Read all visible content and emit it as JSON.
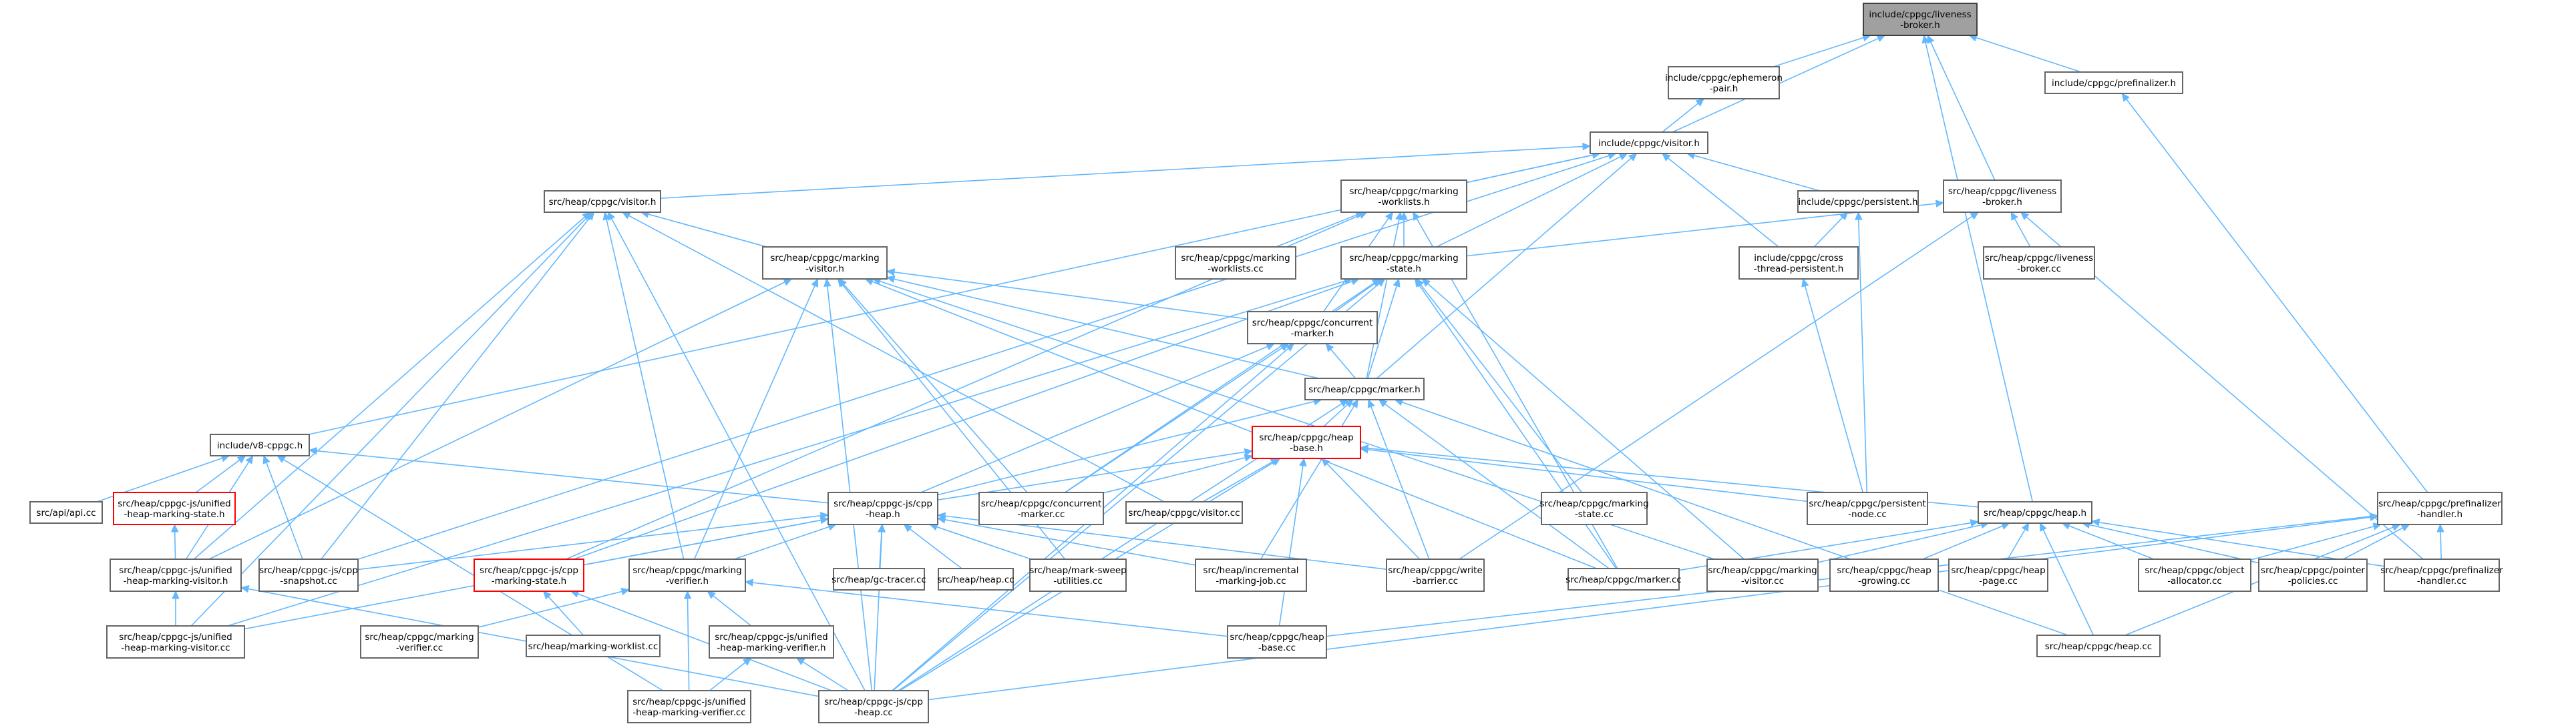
{
  "nodes": {
    "liveness_public": {
      "lines": [
        "include/cppgc/liveness",
        "-broker.h"
      ],
      "style": "root"
    },
    "ephemeron_pair": {
      "lines": [
        "include/cppgc/ephemeron",
        "-pair.h"
      ]
    },
    "prefinalizer_pub": {
      "lines": [
        "include/cppgc/prefinalizer.h"
      ]
    },
    "visitor_pub": {
      "lines": [
        "include/cppgc/visitor.h"
      ]
    },
    "heap_visitor": {
      "lines": [
        "src/heap/cppgc/visitor.h"
      ]
    },
    "marking_worklists": {
      "lines": [
        "src/heap/cppgc/marking",
        "-worklists.h"
      ]
    },
    "persistent_pub": {
      "lines": [
        "include/cppgc/persistent.h"
      ]
    },
    "liveness_src": {
      "lines": [
        "src/heap/cppgc/liveness",
        "-broker.h"
      ]
    },
    "marking_visitor": {
      "lines": [
        "src/heap/cppgc/marking",
        "-visitor.h"
      ]
    },
    "marking_worklists_cc": {
      "lines": [
        "src/heap/cppgc/marking",
        "-worklists.cc"
      ]
    },
    "marking_state": {
      "lines": [
        "src/heap/cppgc/marking",
        "-state.h"
      ]
    },
    "cross_thread": {
      "lines": [
        "include/cppgc/cross",
        "-thread-persistent.h"
      ]
    },
    "liveness_cc": {
      "lines": [
        "src/heap/cppgc/liveness",
        "-broker.cc"
      ]
    },
    "concurrent_marker": {
      "lines": [
        "src/heap/cppgc/concurrent",
        "-marker.h"
      ]
    },
    "marker_h": {
      "lines": [
        "src/heap/cppgc/marker.h"
      ]
    },
    "v8_cppgc": {
      "lines": [
        "include/v8-cppgc.h"
      ]
    },
    "heap_base": {
      "lines": [
        "src/heap/cppgc/heap",
        "-base.h"
      ],
      "style": "red"
    },
    "prefinalizer_handler": {
      "lines": [
        "src/heap/cppgc/prefinalizer",
        "-handler.h"
      ]
    },
    "api_cc": {
      "lines": [
        "src/api/api.cc"
      ]
    },
    "unified_state": {
      "lines": [
        "src/heap/cppgc-js/unified",
        "-heap-marking-state.h"
      ],
      "style": "red"
    },
    "cpp_heap_h": {
      "lines": [
        "src/heap/cppgc-js/cpp",
        "-heap.h"
      ]
    },
    "concurrent_marker_cc": {
      "lines": [
        "src/heap/cppgc/concurrent",
        "-marker.cc"
      ]
    },
    "visitor_cc": {
      "lines": [
        "src/heap/cppgc/visitor.cc"
      ]
    },
    "marking_state_cc": {
      "lines": [
        "src/heap/cppgc/marking",
        "-state.cc"
      ]
    },
    "persistent_node": {
      "lines": [
        "src/heap/cppgc/persistent",
        "-node.cc"
      ]
    },
    "heap_h": {
      "lines": [
        "src/heap/cppgc/heap.h"
      ]
    },
    "unified_visitor_h": {
      "lines": [
        "src/heap/cppgc-js/unified",
        "-heap-marking-visitor.h"
      ]
    },
    "cpp_snapshot": {
      "lines": [
        "src/heap/cppgc-js/cpp",
        "-snapshot.cc"
      ]
    },
    "cpp_marking_state": {
      "lines": [
        "src/heap/cppgc-js/cpp",
        "-marking-state.h"
      ],
      "style": "red"
    },
    "marking_verifier_h": {
      "lines": [
        "src/heap/cppgc/marking",
        "-verifier.h"
      ]
    },
    "gc_tracer": {
      "lines": [
        "src/heap/gc-tracer.cc"
      ]
    },
    "heap_cc_src": {
      "lines": [
        "src/heap/heap.cc"
      ]
    },
    "mark_sweep": {
      "lines": [
        "src/heap/mark-sweep",
        "-utilities.cc"
      ]
    },
    "incremental": {
      "lines": [
        "src/heap/incremental",
        "-marking-job.cc"
      ]
    },
    "write_barrier": {
      "lines": [
        "src/heap/cppgc/write",
        "-barrier.cc"
      ]
    },
    "marker_cc": {
      "lines": [
        "src/heap/cppgc/marker.cc"
      ]
    },
    "marking_visitor_cc": {
      "lines": [
        "src/heap/cppgc/marking",
        "-visitor.cc"
      ]
    },
    "heap_growing": {
      "lines": [
        "src/heap/cppgc/heap",
        "-growing.cc"
      ]
    },
    "heap_page": {
      "lines": [
        "src/heap/cppgc/heap",
        "-page.cc"
      ]
    },
    "object_allocator": {
      "lines": [
        "src/heap/cppgc/object",
        "-allocator.cc"
      ]
    },
    "pointer_policies": {
      "lines": [
        "src/heap/cppgc/pointer",
        "-policies.cc"
      ]
    },
    "prefinalizer_cc": {
      "lines": [
        "src/heap/cppgc/prefinalizer",
        "-handler.cc"
      ]
    },
    "unified_visitor_cc": {
      "lines": [
        "src/heap/cppgc-js/unified",
        "-heap-marking-visitor.cc"
      ]
    },
    "marking_verifier_cc": {
      "lines": [
        "src/heap/cppgc/marking",
        "-verifier.cc"
      ]
    },
    "marking_worklist_cc": {
      "lines": [
        "src/heap/marking-worklist.cc"
      ]
    },
    "unified_verifier_h": {
      "lines": [
        "src/heap/cppgc-js/unified",
        "-heap-marking-verifier.h"
      ]
    },
    "heap_base_cc": {
      "lines": [
        "src/heap/cppgc/heap",
        "-base.cc"
      ]
    },
    "heap_cc": {
      "lines": [
        "src/heap/cppgc/heap.cc"
      ]
    },
    "unified_verifier_cc": {
      "lines": [
        "src/heap/cppgc-js/unified",
        "-heap-marking-verifier.cc"
      ]
    },
    "cpp_heap_cc": {
      "lines": [
        "src/heap/cppgc-js/cpp",
        "-heap.cc"
      ]
    }
  },
  "edges": [
    [
      "ephemeron_pair",
      "liveness_public"
    ],
    [
      "prefinalizer_pub",
      "liveness_public"
    ],
    [
      "visitor_pub",
      "liveness_public"
    ],
    [
      "liveness_src",
      "liveness_public"
    ],
    [
      "heap_h",
      "liveness_public"
    ],
    [
      "visitor_pub",
      "ephemeron_pair"
    ],
    [
      "prefinalizer_handler",
      "prefinalizer_pub"
    ],
    [
      "heap_visitor",
      "visitor_pub"
    ],
    [
      "marking_worklists",
      "visitor_pub"
    ],
    [
      "persistent_pub",
      "visitor_pub"
    ],
    [
      "cross_thread",
      "visitor_pub"
    ],
    [
      "marking_state",
      "visitor_pub"
    ],
    [
      "marker_h",
      "visitor_pub"
    ],
    [
      "v8_cppgc",
      "visitor_pub"
    ],
    [
      "cpp_snapshot",
      "visitor_pub"
    ],
    [
      "marking_visitor",
      "heap_visitor"
    ],
    [
      "unified_visitor_h",
      "heap_visitor"
    ],
    [
      "unified_visitor_cc",
      "heap_visitor"
    ],
    [
      "cpp_snapshot",
      "heap_visitor"
    ],
    [
      "marking_verifier_h",
      "heap_visitor"
    ],
    [
      "visitor_cc",
      "heap_visitor"
    ],
    [
      "cpp_heap_cc",
      "heap_visitor"
    ],
    [
      "marking_worklists_cc",
      "marking_worklists"
    ],
    [
      "marking_state",
      "marking_worklists"
    ],
    [
      "concurrent_marker",
      "marking_worklists"
    ],
    [
      "marker_h",
      "marking_worklists"
    ],
    [
      "marker_cc",
      "marking_worklists"
    ],
    [
      "cpp_marking_state",
      "marking_worklists"
    ],
    [
      "cross_thread",
      "persistent_pub"
    ],
    [
      "persistent_node",
      "persistent_pub"
    ],
    [
      "liveness_cc",
      "liveness_src"
    ],
    [
      "marking_state",
      "liveness_src"
    ],
    [
      "prefinalizer_cc",
      "liveness_src"
    ],
    [
      "write_barrier",
      "liveness_src"
    ],
    [
      "concurrent_marker",
      "marking_visitor"
    ],
    [
      "marker_h",
      "marking_visitor"
    ],
    [
      "concurrent_marker_cc",
      "marking_visitor"
    ],
    [
      "unified_visitor_h",
      "marking_visitor"
    ],
    [
      "cpp_heap_cc",
      "marking_visitor"
    ],
    [
      "marker_cc",
      "marking_visitor"
    ],
    [
      "marking_visitor_cc",
      "marking_visitor"
    ],
    [
      "marking_verifier_h",
      "marking_visitor"
    ],
    [
      "mark_sweep",
      "marking_visitor"
    ],
    [
      "concurrent_marker",
      "marking_state"
    ],
    [
      "marker_h",
      "marking_state"
    ],
    [
      "marking_state_cc",
      "marking_state"
    ],
    [
      "concurrent_marker_cc",
      "marking_state"
    ],
    [
      "marker_cc",
      "marking_state"
    ],
    [
      "marking_visitor_cc",
      "marking_state"
    ],
    [
      "cpp_heap_cc",
      "marking_state"
    ],
    [
      "cpp_marking_state",
      "marking_state"
    ],
    [
      "unified_visitor_cc",
      "marking_state"
    ],
    [
      "persistent_node",
      "cross_thread"
    ],
    [
      "marker_h",
      "concurrent_marker"
    ],
    [
      "concurrent_marker_cc",
      "concurrent_marker"
    ],
    [
      "cpp_heap_h",
      "concurrent_marker"
    ],
    [
      "cpp_heap_cc",
      "concurrent_marker"
    ],
    [
      "heap_base",
      "marker_h"
    ],
    [
      "cpp_heap_h",
      "marker_h"
    ],
    [
      "incremental",
      "marker_h"
    ],
    [
      "write_barrier",
      "marker_h"
    ],
    [
      "marker_cc",
      "marker_h"
    ],
    [
      "heap_cc",
      "marker_h"
    ],
    [
      "cpp_heap_cc",
      "marker_h"
    ],
    [
      "api_cc",
      "v8_cppgc"
    ],
    [
      "unified_state",
      "v8_cppgc"
    ],
    [
      "cpp_heap_h",
      "v8_cppgc"
    ],
    [
      "cpp_snapshot",
      "v8_cppgc"
    ],
    [
      "unified_visitor_h",
      "v8_cppgc"
    ],
    [
      "unified_verifier_cc",
      "v8_cppgc"
    ],
    [
      "cpp_heap_h",
      "heap_base"
    ],
    [
      "concurrent_marker_cc",
      "heap_base"
    ],
    [
      "visitor_cc",
      "heap_base"
    ],
    [
      "persistent_node",
      "heap_base"
    ],
    [
      "heap_h",
      "heap_base"
    ],
    [
      "heap_base_cc",
      "heap_base"
    ],
    [
      "write_barrier",
      "heap_base"
    ],
    [
      "cpp_heap_cc",
      "heap_base"
    ],
    [
      "object_allocator",
      "prefinalizer_handler"
    ],
    [
      "pointer_policies",
      "prefinalizer_handler"
    ],
    [
      "prefinalizer_cc",
      "prefinalizer_handler"
    ],
    [
      "heap_cc",
      "prefinalizer_handler"
    ],
    [
      "heap_base_cc",
      "prefinalizer_handler"
    ],
    [
      "cpp_heap_cc",
      "prefinalizer_handler"
    ],
    [
      "unified_visitor_h",
      "unified_state"
    ],
    [
      "cpp_snapshot",
      "cpp_heap_h"
    ],
    [
      "cpp_marking_state",
      "cpp_heap_h"
    ],
    [
      "gc_tracer",
      "cpp_heap_h"
    ],
    [
      "heap_cc_src",
      "cpp_heap_h"
    ],
    [
      "mark_sweep",
      "cpp_heap_h"
    ],
    [
      "incremental",
      "cpp_heap_h"
    ],
    [
      "write_barrier",
      "cpp_heap_h"
    ],
    [
      "marking_verifier_h",
      "cpp_heap_h"
    ],
    [
      "unified_visitor_cc",
      "cpp_heap_h"
    ],
    [
      "cpp_heap_cc",
      "cpp_heap_h"
    ],
    [
      "marker_cc",
      "heap_h"
    ],
    [
      "marking_visitor_cc",
      "heap_h"
    ],
    [
      "heap_growing",
      "heap_h"
    ],
    [
      "heap_page",
      "heap_h"
    ],
    [
      "object_allocator",
      "heap_h"
    ],
    [
      "pointer_policies",
      "heap_h"
    ],
    [
      "prefinalizer_cc",
      "heap_h"
    ],
    [
      "heap_cc",
      "heap_h"
    ],
    [
      "unified_visitor_cc",
      "unified_visitor_h"
    ],
    [
      "cpp_heap_cc",
      "unified_visitor_h"
    ],
    [
      "marking_worklist_cc",
      "cpp_marking_state"
    ],
    [
      "cpp_heap_cc",
      "cpp_marking_state"
    ],
    [
      "marking_verifier_cc",
      "marking_verifier_h"
    ],
    [
      "unified_verifier_h",
      "marking_verifier_h"
    ],
    [
      "unified_verifier_cc",
      "marking_verifier_h"
    ],
    [
      "heap_base_cc",
      "marking_verifier_h"
    ],
    [
      "unified_verifier_cc",
      "unified_verifier_h"
    ],
    [
      "cpp_heap_cc",
      "unified_verifier_h"
    ]
  ]
}
